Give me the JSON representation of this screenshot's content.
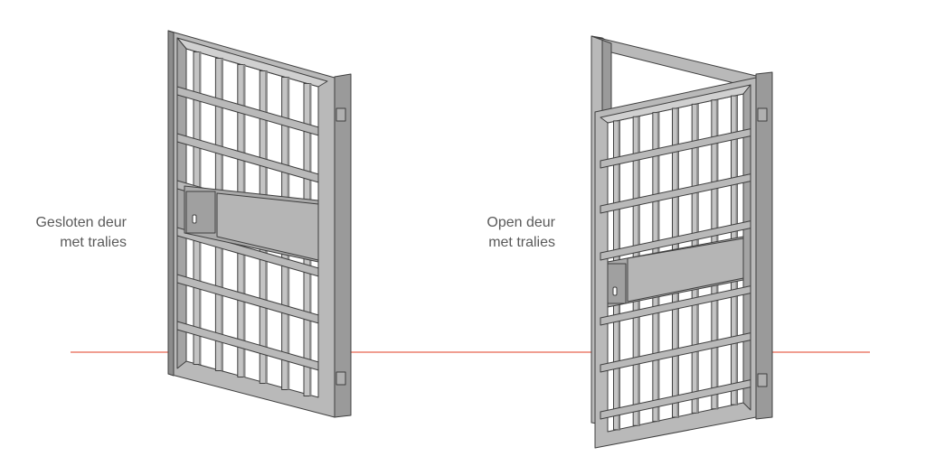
{
  "labels": {
    "closed": {
      "line1": "Gesloten deur",
      "line2": "met tralies"
    },
    "open": {
      "line1": "Open deur",
      "line2": "met tralies"
    }
  },
  "colors": {
    "floor_line": "#e8634f",
    "frame_front": "#b9b9b9",
    "frame_side": "#9a9a9a",
    "frame_dark": "#7e7e7e",
    "bar": "#c4c4c4",
    "bar_shadow": "#8c8c8c",
    "panel": "#a9a9a9",
    "outline": "#3f3f3f",
    "text": "#5a5a5a"
  },
  "icons": {
    "closed_door": "closed-barred-door-icon",
    "open_door": "open-barred-door-icon",
    "lock": "keyhole-icon"
  }
}
